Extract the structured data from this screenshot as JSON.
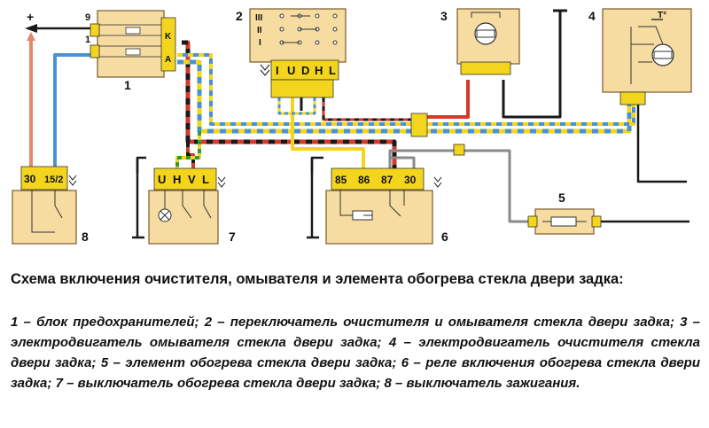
{
  "diagram": {
    "components": [
      {
        "num": "1",
        "pins": [
          "9",
          "1"
        ],
        "labels": [
          "K",
          "A"
        ]
      },
      {
        "num": "2",
        "positions": [
          "III",
          "II",
          "I"
        ],
        "terminals": [
          "I",
          "U",
          "D",
          "H",
          "L"
        ]
      },
      {
        "num": "3"
      },
      {
        "num": "4",
        "thermo_label": "T°"
      },
      {
        "num": "5"
      },
      {
        "num": "6",
        "terminals": [
          "85",
          "86",
          "87",
          "30"
        ]
      },
      {
        "num": "7",
        "terminals": [
          "U",
          "H",
          "V",
          "L"
        ]
      },
      {
        "num": "8",
        "terminals": [
          "30",
          "15/2"
        ]
      }
    ],
    "plus_label": "+"
  },
  "caption": {
    "title": "Схема включения очистителя, омывателя и элемента обогрева стекла двери задка:",
    "items": [
      {
        "num": "1",
        "text": "блок предохранителей;"
      },
      {
        "num": "2",
        "text": "переключатель очистителя и омывателя стекла двери задка;"
      },
      {
        "num": "3",
        "text": "электродвигатель омывателя стекла двери задка;"
      },
      {
        "num": "4",
        "text": "электродвигатель очистителя стекла двери задка;"
      },
      {
        "num": "5",
        "text": "элемент обогрева стекла двери задка;"
      },
      {
        "num": "6",
        "text": "реле включения обогрева стекла двери задка;"
      },
      {
        "num": "7",
        "text": "выключатель обогрева стекла двери задка;"
      },
      {
        "num": "8",
        "text": "выключатель зажигания."
      }
    ]
  },
  "colors": {
    "box_fill": "#f6dca0",
    "box_stroke": "#7a5a2a",
    "terminal_fill": "#f2d51c",
    "wire_red": "#d23a2a",
    "wire_black": "#1a1a1a",
    "wire_yellow": "#f2d51c",
    "wire_blue": "#4a92d6",
    "wire_green": "#2e9a3e",
    "wire_gray": "#8a8a8a",
    "wire_pink": "#e6876a"
  }
}
